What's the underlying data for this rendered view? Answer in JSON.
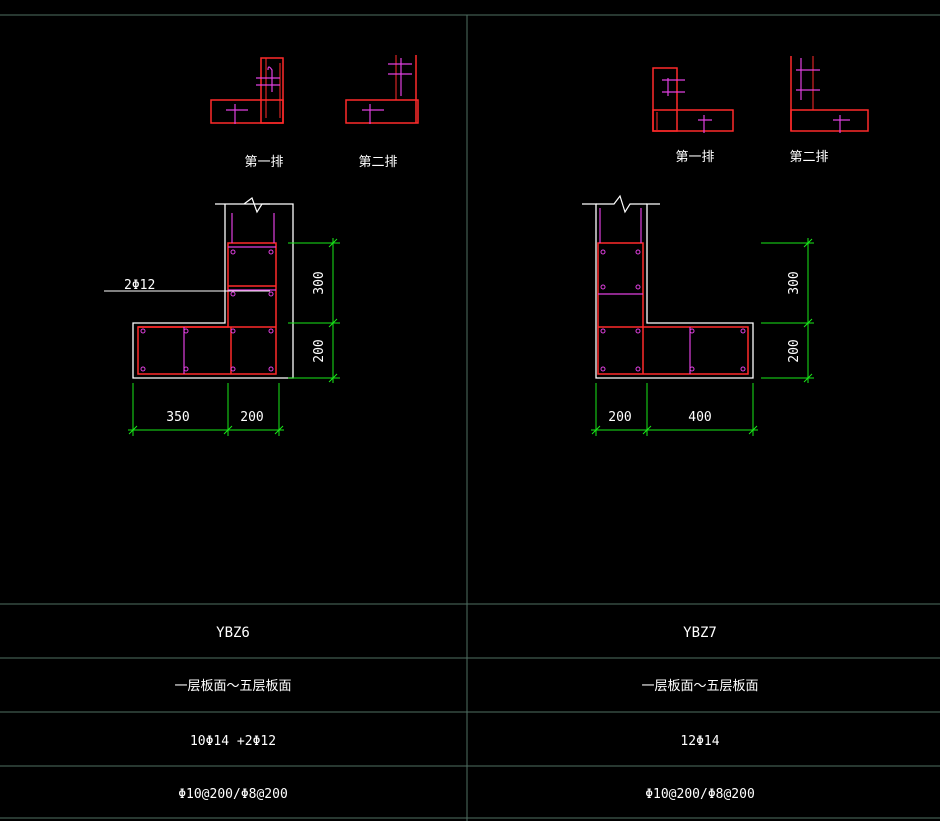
{
  "colors": {
    "background": "#000000",
    "grid_line": "#4f6f62",
    "concrete_outline": "#ffffff",
    "rebar": "#ff2a2a",
    "tie": "#e040e0",
    "dimension": "#18e818",
    "text": "#ffffff"
  },
  "columns": [
    {
      "id": "YBZ6",
      "tie_row_labels": [
        "第一排",
        "第二排"
      ],
      "leader_label": "2Φ12",
      "vertical_dims": [
        "300",
        "200"
      ],
      "horizontal_dims": [
        "350",
        "200"
      ],
      "table": {
        "name": "YBZ6",
        "range": "一层板面～五层板面",
        "longitudinal": "10Φ14 +2Φ12",
        "stirrups": "Φ10@200/Φ8@200"
      }
    },
    {
      "id": "YBZ7",
      "tie_row_labels": [
        "第一排",
        "第二排"
      ],
      "leader_label": "",
      "vertical_dims": [
        "300",
        "200"
      ],
      "horizontal_dims": [
        "200",
        "400"
      ],
      "table": {
        "name": "YBZ7",
        "range": "一层板面～五层板面",
        "longitudinal": "12Φ14",
        "stirrups": "Φ10@200/Φ8@200"
      }
    }
  ]
}
